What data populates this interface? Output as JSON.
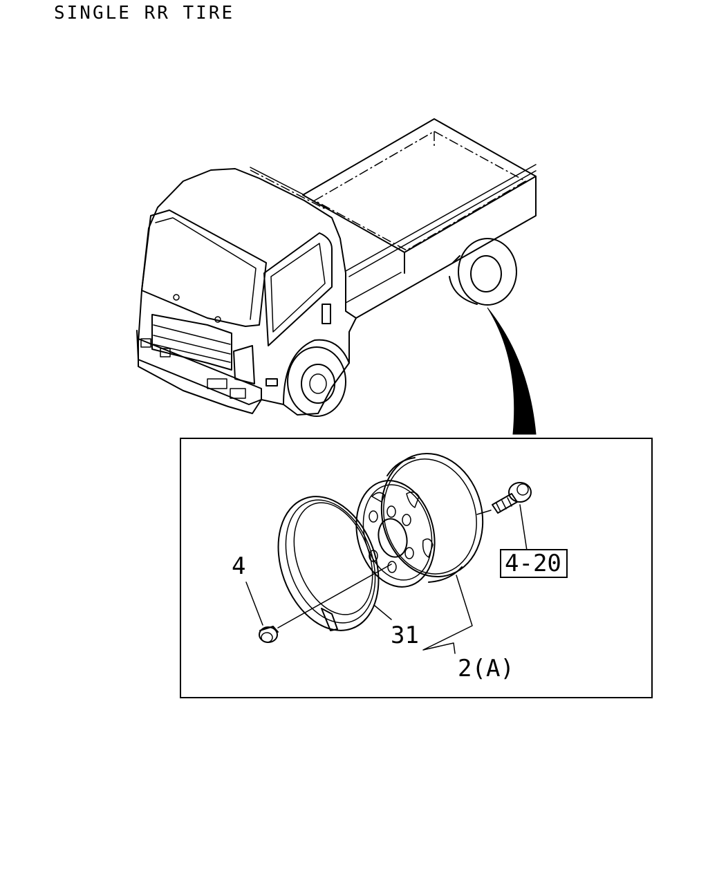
{
  "title": "SINGLE RR TIRE",
  "callouts": {
    "nut": "4",
    "wheel_assembly": "2(A)",
    "tire_part": "31",
    "bolt_ref": "4-20"
  }
}
